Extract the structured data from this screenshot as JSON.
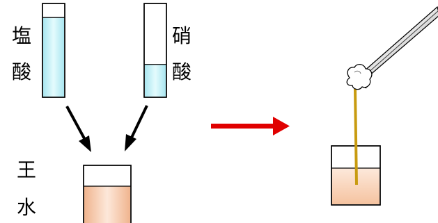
{
  "labels": {
    "hcl": [
      "塩",
      "酸"
    ],
    "hno3": [
      "硝",
      "酸"
    ],
    "aqua_regia": [
      "王",
      "水"
    ]
  },
  "liquid_fill": {
    "hcl_tube": 0.85,
    "hno3_tube": 0.35
  },
  "colors": {
    "tube_liquid": "#c6f1f7",
    "aqua_regia_liquid": "#f5c8a8",
    "black_arrow": "#000000",
    "red_arrow": "#e00000",
    "gold_thread": "#c89b10",
    "tweezers": "#6a6a6a"
  }
}
